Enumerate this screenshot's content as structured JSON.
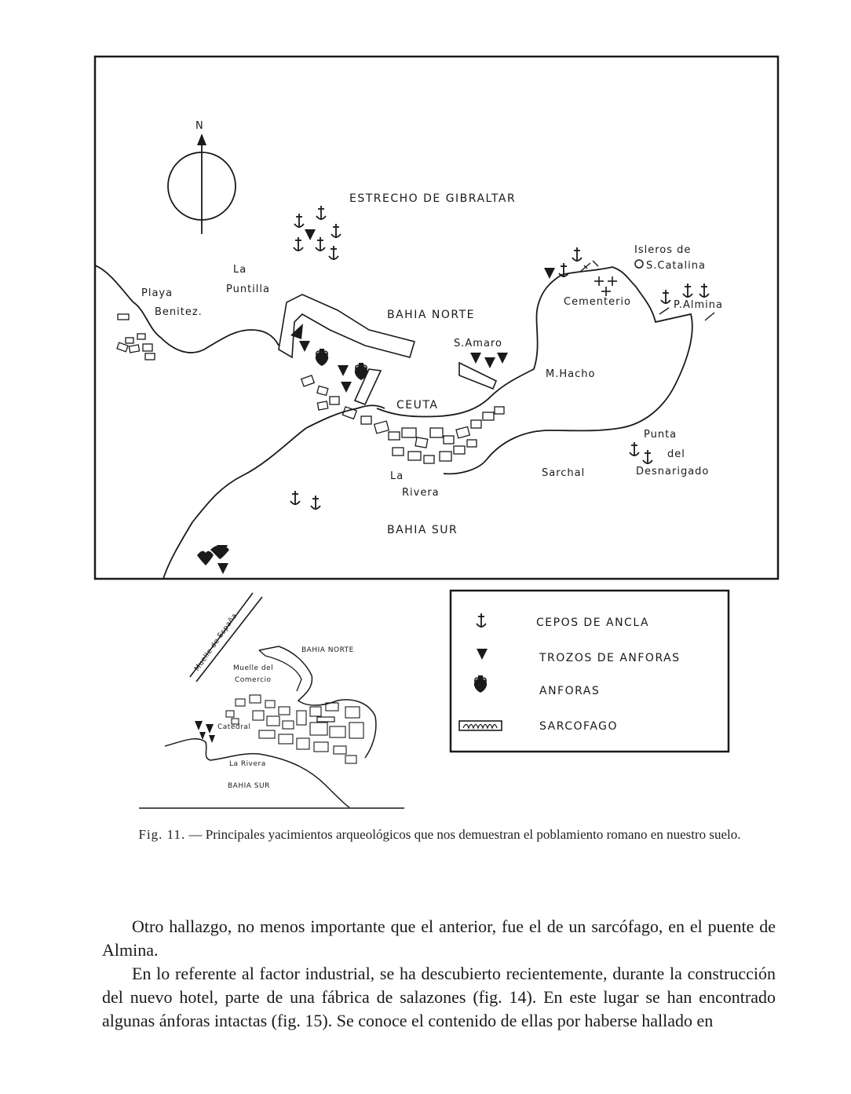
{
  "map": {
    "north_label": "N",
    "labels": {
      "strait": "ESTRECHO DE GIBRALTAR",
      "bay_north": "BAHIA NORTE",
      "bay_south": "BAHIA SUR",
      "city": "CEUTA",
      "playa": "Playa",
      "benitez": "Benitez.",
      "la": "La",
      "puntilla": "Puntilla",
      "samaro": "S.Amaro",
      "hacho": "M.Hacho",
      "isleros": "Isleros de",
      "catalina": "S.Catalina",
      "cementerio": "Cementerio",
      "palmina": "P.Almina",
      "punta": "Punta",
      "del": "del",
      "desnarigado": "Desnarigado",
      "sarchal": "Sarchal",
      "la_rivera_1": "La",
      "la_rivera_2": "Rivera"
    }
  },
  "inset": {
    "muelle_espana": "Muelle de España",
    "muelle_comercio_1": "Muelle del",
    "muelle_comercio_2": "Comercio",
    "bahia_norte": "BAHIA NORTE",
    "catedral": "Catedral",
    "la_rivera": "La Rivera",
    "bahia_sur": "BAHIA SUR"
  },
  "legend": {
    "items": [
      {
        "symbol": "anchor-icon",
        "label": "CEPOS DE ANCLA"
      },
      {
        "symbol": "amphora-fragment-icon",
        "label": "TROZOS DE ANFORAS"
      },
      {
        "symbol": "amphora-icon",
        "label": "ANFORAS"
      },
      {
        "symbol": "sarcophagus-icon",
        "label": "SARCOFAGO"
      }
    ]
  },
  "caption": {
    "fig": "Fig. 11.",
    "dash": "—",
    "text": "Principales yacimientos arqueológicos que nos demuestran el poblamiento romano en nuestro suelo."
  },
  "body": {
    "paragraph_1": "Otro hallazgo, no menos importante que el anterior, fue el de un sarcófago, en el puente de Almina.",
    "paragraph_2": "En lo referente al factor industrial, se ha descubierto recientemente, durante la construcción del nuevo hotel, parte de una fábrica de salazones (fig. 14). En este lugar se han encontrado algunas ánforas intactas (fig. 15). Se conoce el contenido de ellas por haberse hallado en"
  }
}
